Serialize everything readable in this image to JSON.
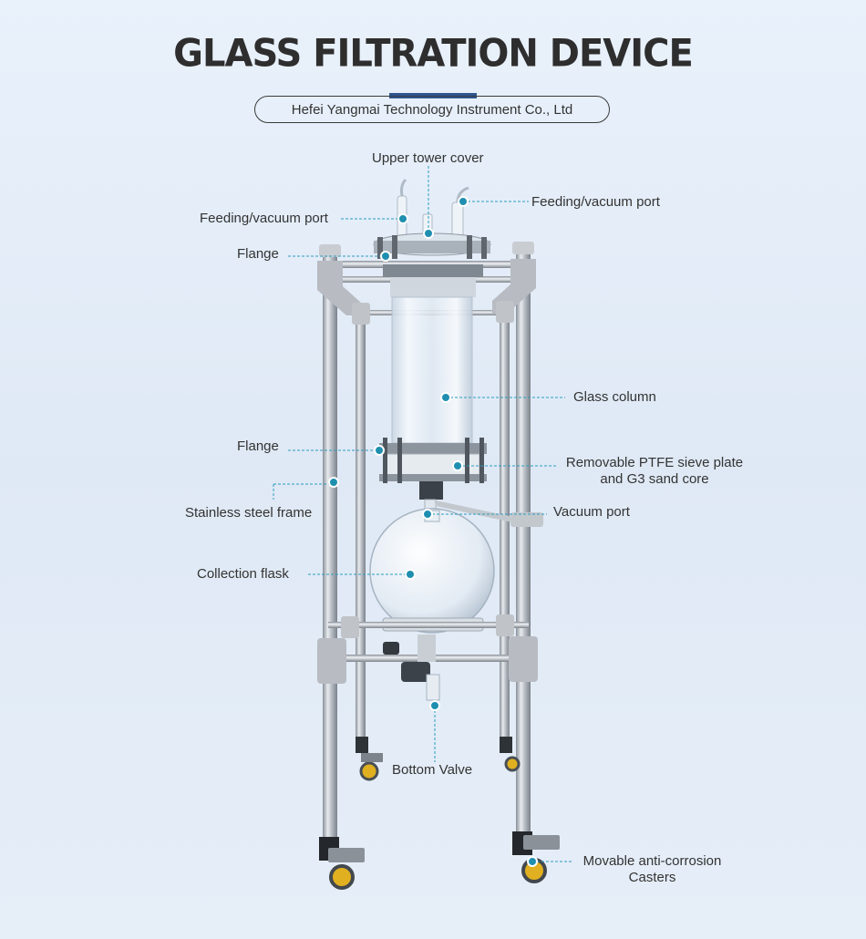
{
  "title": "GLASS FILTRATION DEVICE",
  "company": "Hefei Yangmai Technology Instrument Co., Ltd",
  "labels": {
    "upper_tower_cover": "Upper tower cover",
    "feeding_port_left": "Feeding/vacuum port",
    "feeding_port_right": "Feeding/vacuum port",
    "flange_top": "Flange",
    "glass_column": "Glass column",
    "flange_mid": "Flange",
    "sieve_line1": "Removable PTFE sieve plate",
    "sieve_line2": "and G3 sand core",
    "stainless_frame": "Stainless steel frame",
    "vacuum_port": "Vacuum port",
    "collection_flask": "Collection flask",
    "bottom_valve": "Bottom Valve",
    "casters_line1": "Movable anti-corrosion",
    "casters_line2": "Casters"
  },
  "colors": {
    "accent": "#2e5590",
    "callout_dot": "#1f8fb0",
    "callout_line": "#2a9dbf",
    "caster_wheel": "#e0b020"
  }
}
